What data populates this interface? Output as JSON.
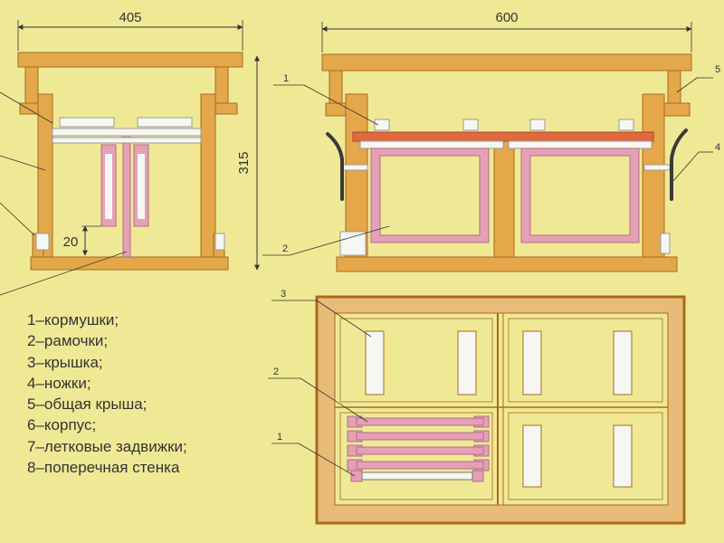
{
  "dimensions": {
    "front_width": "405",
    "side_width": "600",
    "height": "315",
    "slot_gap": "20"
  },
  "callouts": {
    "side_roof": "1",
    "side_frame": "2",
    "side_top": "5",
    "side_leg": "4",
    "plan_lid": "3",
    "plan_frames": "2",
    "plan_feeder": "1"
  },
  "legend": [
    "1–кормушки;",
    "2–рамочки;",
    "3–крышка;",
    "4–ножки;",
    "5–общая крыша;",
    "6–корпус;",
    "7–летковые задвижки;",
    "8–поперечная стенка"
  ],
  "colors": {
    "background": "#efe995",
    "wood": "#e4a74a",
    "wood_edge": "#a86a1e",
    "frame_pink": "#e5a0b6",
    "lid_red": "#e06a3c",
    "metal": "#3a3a3a",
    "line": "#333333"
  }
}
